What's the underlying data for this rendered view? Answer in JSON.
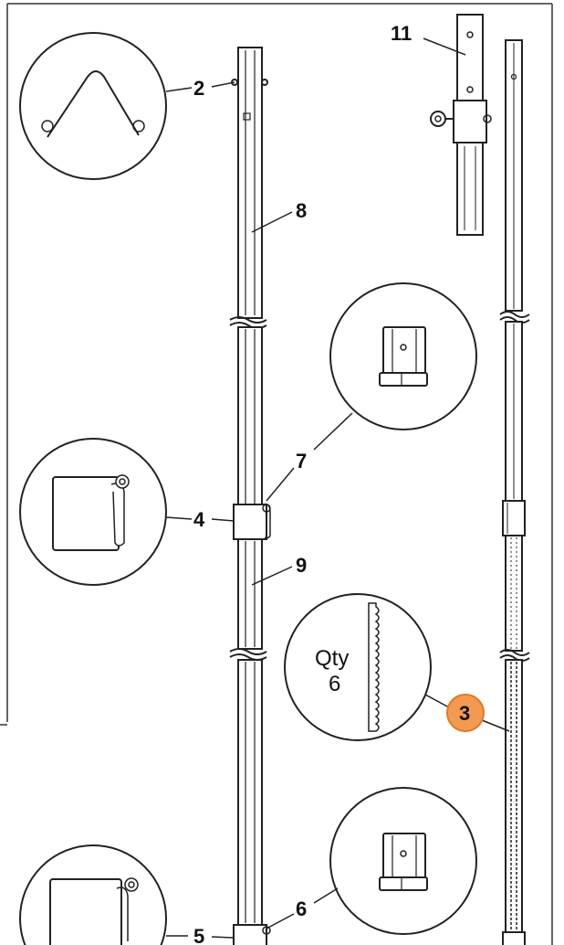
{
  "labels": {
    "part_2": "2",
    "part_3": "3",
    "part_4": "4",
    "part_5": "5",
    "part_6": "6",
    "part_7": "7",
    "part_8": "8",
    "part_9": "9",
    "part_11": "11"
  },
  "callout_qty": {
    "word": "Qty",
    "count": "6"
  },
  "colors": {
    "line": "#222222",
    "highlight": "#f29a52",
    "highlight_stroke": "#e0782a"
  }
}
